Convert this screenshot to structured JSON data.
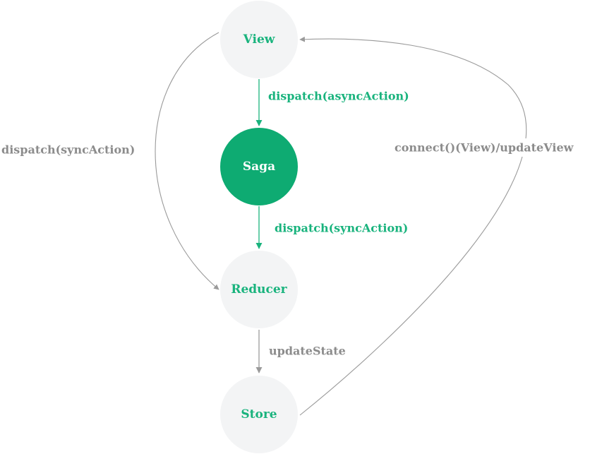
{
  "colors": {
    "accent": "#19b37d",
    "gray_text": "#8c8c8c",
    "gray_edge": "#9a9a9a",
    "node_fill": "#f3f4f5",
    "saga_fill": "#0eab72",
    "white": "#ffffff"
  },
  "nodes": {
    "view": "View",
    "saga": "Saga",
    "reducer": "Reducer",
    "store": "Store"
  },
  "edges": {
    "view_to_saga": "dispatch(asyncAction)",
    "saga_to_reducer": "dispatch(syncAction)",
    "view_to_reducer": "dispatch(syncAction)",
    "reducer_to_store": "updateState",
    "store_to_view": "connect()(View)/updateView"
  }
}
